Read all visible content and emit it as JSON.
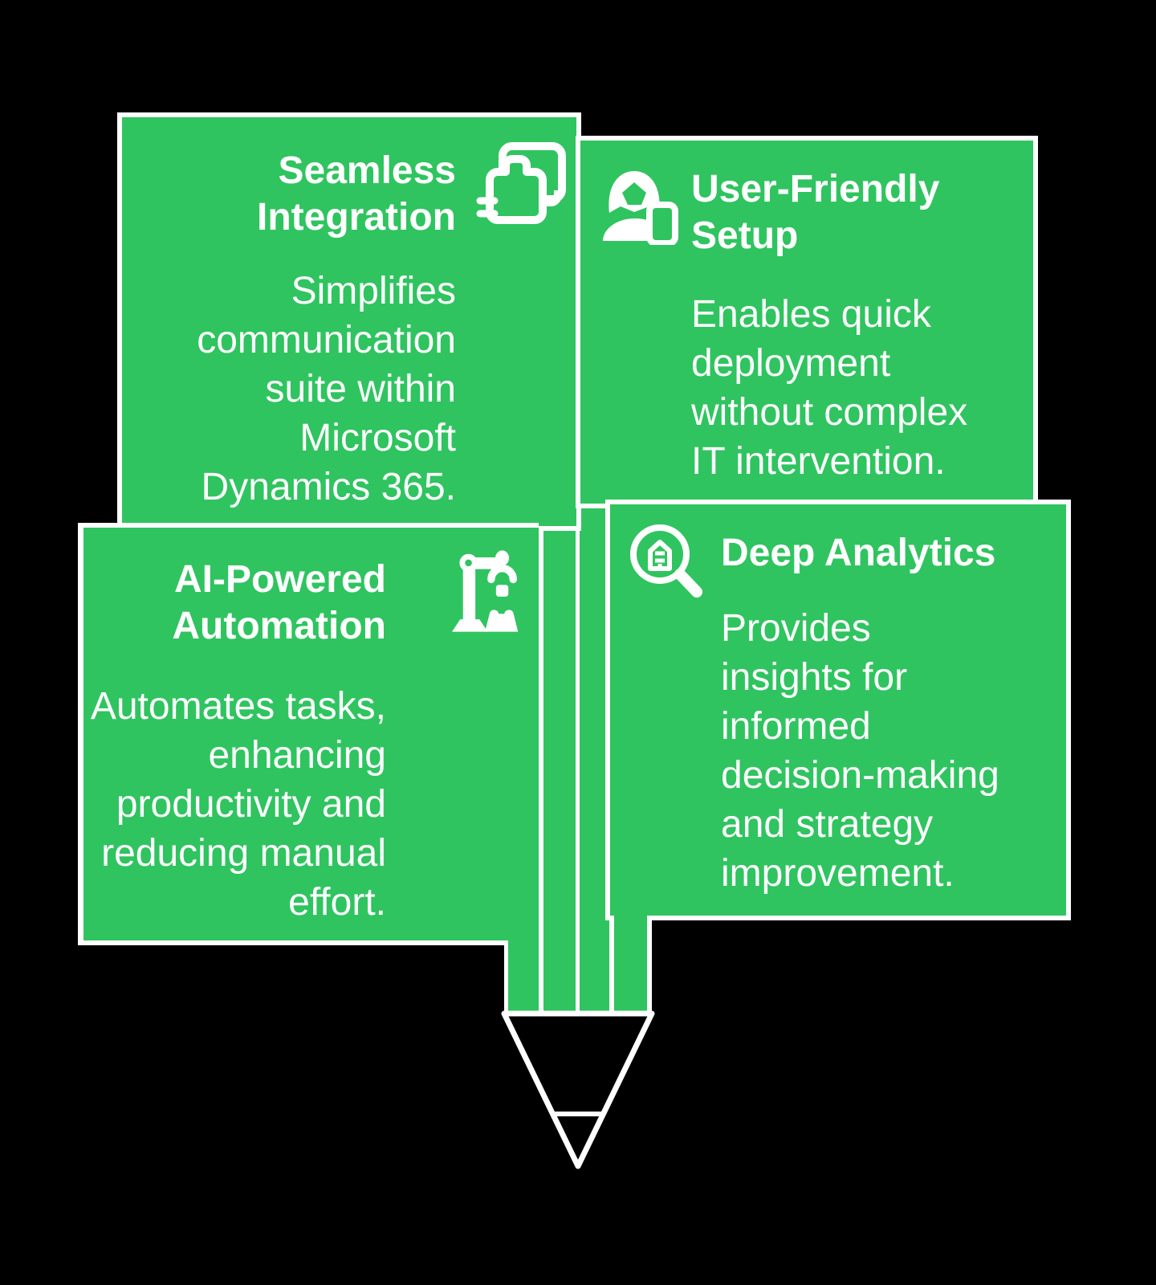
{
  "theme": {
    "card_green": "#2FC45F",
    "text_white": "#FFFFFF",
    "background_black": "#000000",
    "pencil_tip_black": "#000000",
    "outline_white": "#FFFFFF"
  },
  "cards": [
    {
      "id": "seamless-integration",
      "title": "Seamless\nIntegration",
      "body": "Simplifies\ncommunication\nsuite within\nMicrosoft\nDynamics 365.",
      "icon": "integration-modules-icon",
      "text_align": "right"
    },
    {
      "id": "user-friendly-setup",
      "title": "User-Friendly\nSetup",
      "body": "Enables quick\ndeployment\nwithout complex\nIT intervention.",
      "icon": "user-with-phone-icon",
      "text_align": "left"
    },
    {
      "id": "ai-powered-automation",
      "title": "AI-Powered\nAutomation",
      "body": "Automates tasks,\nenhancing\nproductivity and\nreducing manual\neffort.",
      "icon": "robot-arm-icon",
      "text_align": "right"
    },
    {
      "id": "deep-analytics",
      "title": "Deep Analytics",
      "body": "Provides\ninsights for\ninformed\ndecision-making\nand strategy\nimprovement.",
      "icon": "magnifier-analytics-icon",
      "text_align": "left"
    }
  ],
  "pencil": {
    "motif": "downward pencil",
    "stripe_count": 4
  }
}
